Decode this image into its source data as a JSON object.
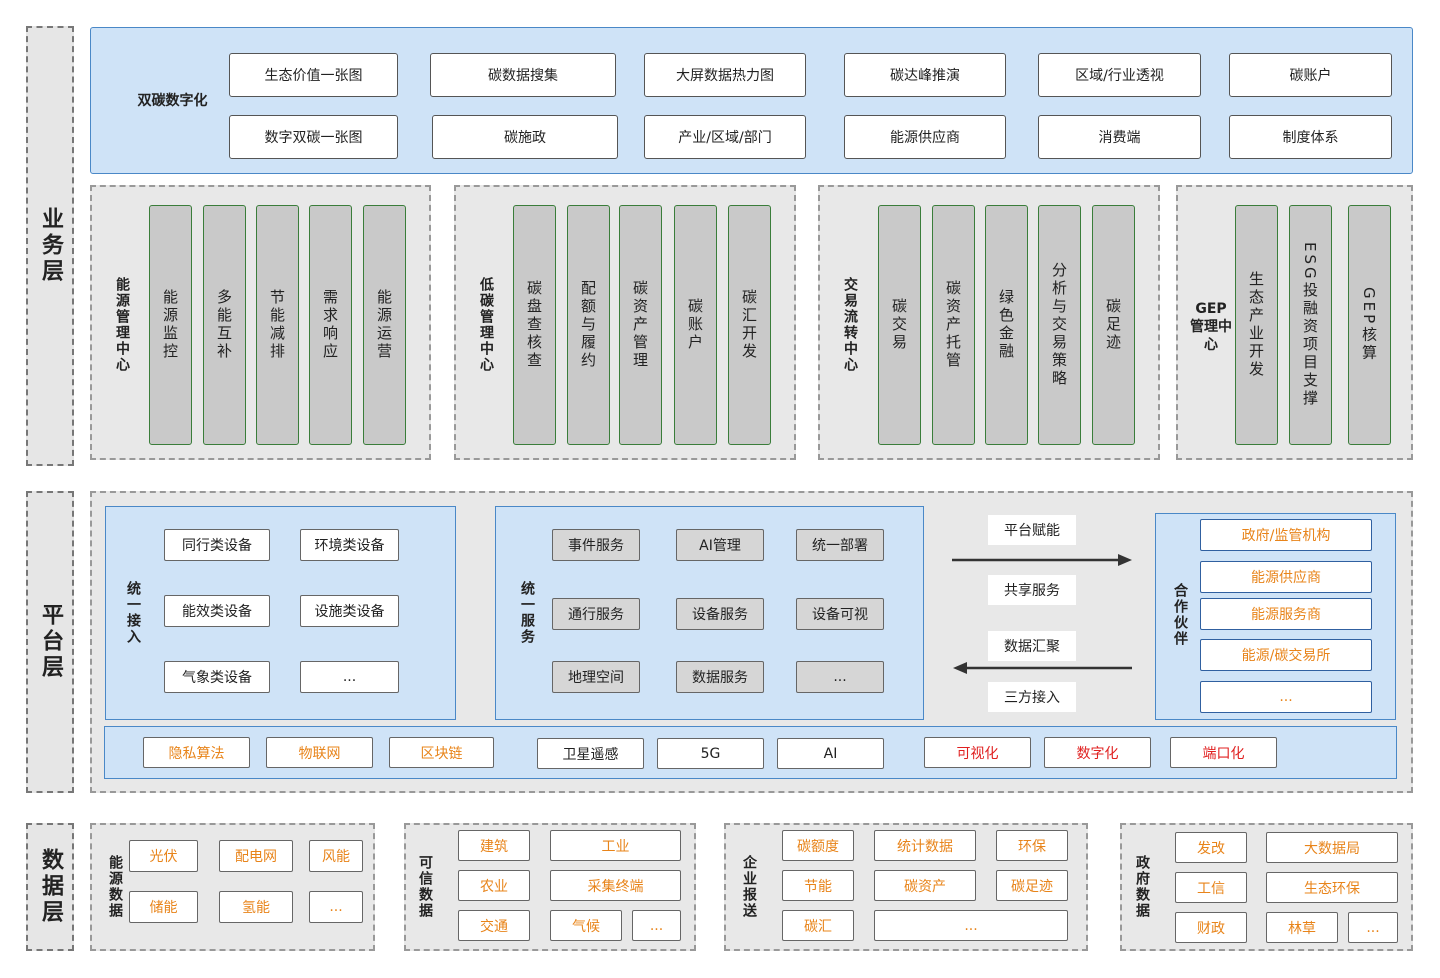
{
  "layers": {
    "business": "业务层",
    "platform": "平台层",
    "data": "数据层"
  },
  "digital": {
    "title": "双碳数字化",
    "row1": [
      "生态价值一张图",
      "碳数据搜集",
      "大屏数据热力图",
      "碳达峰推演",
      "区域/行业透视",
      "碳账户"
    ],
    "row2": [
      "数字双碳一张图",
      "碳施政",
      "产业/区域/部门",
      "能源供应商",
      "消费端",
      "制度体系"
    ]
  },
  "centers": [
    {
      "title": "能源管理中心",
      "items": [
        "能源监控",
        "多能互补",
        "节能减排",
        "需求响应",
        "能源运营"
      ]
    },
    {
      "title": "低碳管理中心",
      "items": [
        "碳盘查核查",
        "配额与履约",
        "碳资产管理",
        "碳账户",
        "碳汇开发"
      ]
    },
    {
      "title": "交易流转中心",
      "items": [
        "碳交易",
        "碳资产托管",
        "绿色金融",
        "分析与交易策略",
        "碳足迹"
      ]
    },
    {
      "title": "GEP管理中心",
      "items": [
        "生态产业开发",
        "ESG投融资项目支撑",
        "GEP核算"
      ]
    }
  ],
  "access": {
    "title": "统一接入",
    "items": [
      "同行类设备",
      "环境类设备",
      "能效类设备",
      "设施类设备",
      "气象类设备",
      "..."
    ]
  },
  "service": {
    "title": "统一服务",
    "items": [
      "事件服务",
      "AI管理",
      "统一部署",
      "通行服务",
      "设备服务",
      "设备可视",
      "地理空间",
      "数据服务",
      "..."
    ]
  },
  "flow": {
    "l1": "平台赋能",
    "l2": "共享服务",
    "l3": "数据汇聚",
    "l4": "三方接入"
  },
  "partner": {
    "title": "合作伙伴",
    "items": [
      "政府/监管机构",
      "能源供应商",
      "能源服务商",
      "能源/碳交易所",
      "..."
    ]
  },
  "tech": {
    "orange": [
      "隐私算法",
      "物联网",
      "区块链"
    ],
    "black": [
      "卫星遥感",
      "5G",
      "AI"
    ],
    "red": [
      "可视化",
      "数字化",
      "端口化"
    ]
  },
  "energy_data": {
    "title": "能源数据",
    "items": [
      "光伏",
      "配电网",
      "风能",
      "储能",
      "氢能",
      "..."
    ]
  },
  "trusted_data": {
    "title": "可信数据",
    "items": [
      "建筑",
      "工业",
      "农业",
      "采集终端",
      "交通",
      "气候",
      "..."
    ]
  },
  "enterprise_data": {
    "title": "企业报送",
    "items": [
      "碳额度",
      "统计数据",
      "环保",
      "节能",
      "碳资产",
      "碳足迹",
      "碳汇",
      "..."
    ]
  },
  "gov_data": {
    "title": "政府数据",
    "items": [
      "发改",
      "大数据局",
      "工信",
      "生态环保",
      "财政",
      "林草",
      "..."
    ]
  },
  "colors": {
    "blue": "#cfe3f7",
    "orange": "#e8841a",
    "red": "#e02020",
    "green": "#3a7d3a"
  }
}
